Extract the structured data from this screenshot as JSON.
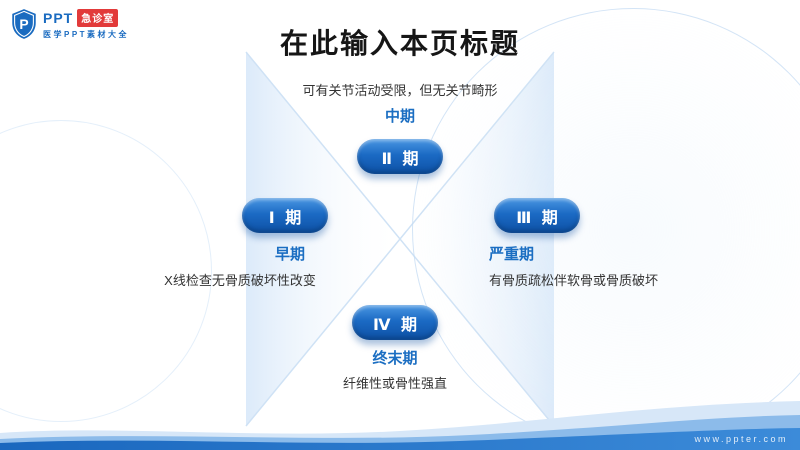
{
  "logo": {
    "letter": "P",
    "brand": "PPT",
    "badge": "急诊室",
    "subtitle": "医学PPT素材大全"
  },
  "title": "在此输入本页标题",
  "stages": {
    "top": {
      "pill": "Ⅱ 期",
      "label": "中期",
      "desc": "可有关节活动受限，但无关节畸形"
    },
    "left": {
      "pill": "Ⅰ 期",
      "label": "早期",
      "desc": "X线检查无骨质破坏性改变"
    },
    "right": {
      "pill": "Ⅲ 期",
      "label": "严重期",
      "desc": "有骨质疏松伴软骨或骨质破坏"
    },
    "bottom": {
      "pill": "Ⅳ 期",
      "label": "终末期",
      "desc": "纤维性或骨性强直"
    }
  },
  "footer": {
    "watermark": "www.ppter.com"
  },
  "colors": {
    "accent_blue": "#1b6ec2",
    "pill_blue_light": "#4a97e2",
    "pill_blue_dark": "#0e51a5",
    "badge_red": "#e23a3a",
    "bg_tint": "#d8e8f9",
    "wave_blue": "#1a67be"
  }
}
